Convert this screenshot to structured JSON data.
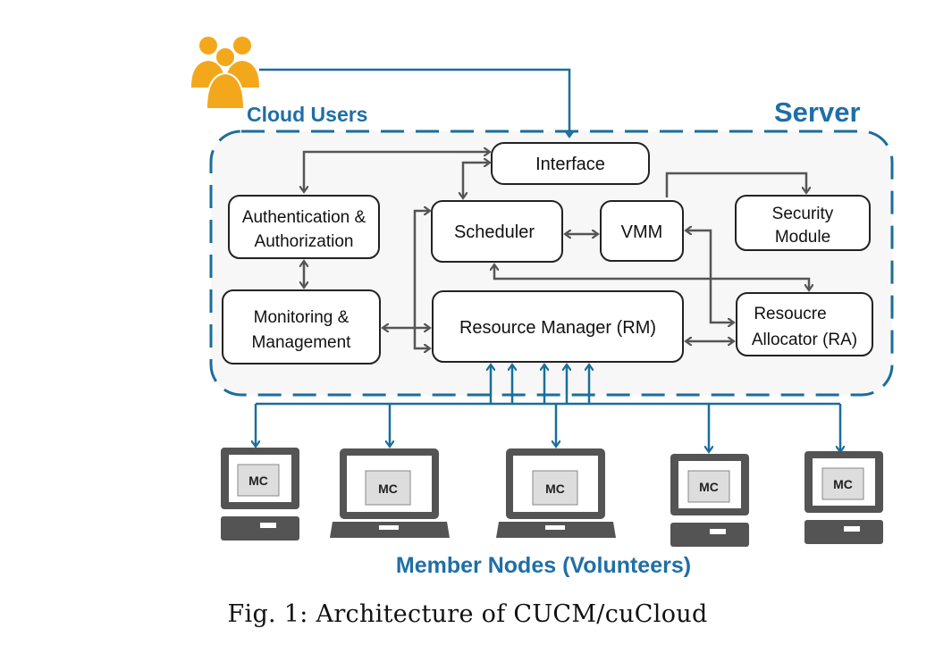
{
  "diagram": {
    "cloud_users_label": "Cloud Users",
    "server_label": "Server",
    "member_nodes_label": "Member Nodes (Volunteers)",
    "components": {
      "interface": "Interface",
      "auth_line1": "Authentication &",
      "auth_line2": "Authorization",
      "scheduler": "Scheduler",
      "vmm": "VMM",
      "security_line1": "Security",
      "security_line2": "Module",
      "monitoring_line1": "Monitoring &",
      "monitoring_line2": "Management",
      "resource_manager": "Resource Manager (RM)",
      "ra_line1": "Resoucre",
      "ra_line2": "Allocator (RA)"
    },
    "member_node_label": "MC",
    "colors": {
      "accent_blue": "#1a6e9a",
      "heading_blue": "#1f6fa6",
      "arrow_gray": "#555555",
      "user_orange": "#f3a81c",
      "device_gray": "#545454"
    }
  },
  "caption": "Fig. 1: Architecture of CUCM/cuCloud"
}
